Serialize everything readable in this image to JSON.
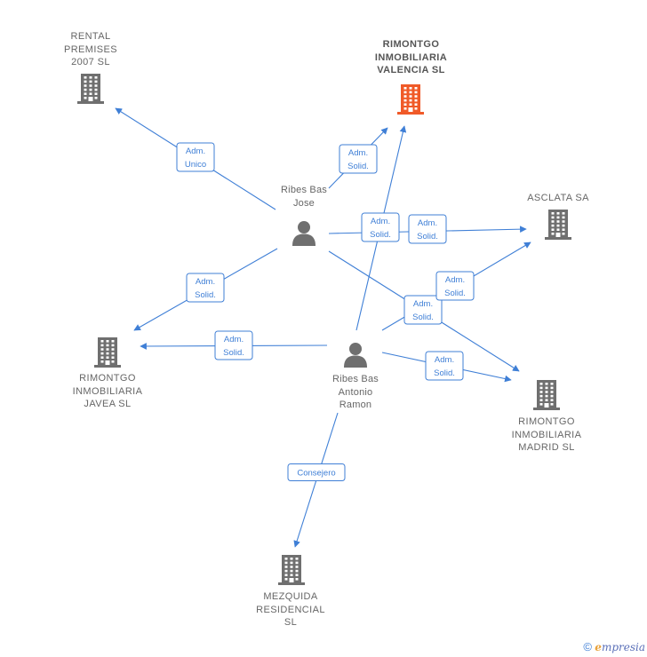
{
  "colors": {
    "edge": "#3f7fd6",
    "building": "#6f6f6f",
    "building_focus": "#f05a28",
    "person": "#6f6f6f"
  },
  "companies": [
    {
      "id": "rental",
      "label": "RENTAL\nPREMISES\n2007 SL",
      "icon": "building-icon",
      "focus": false
    },
    {
      "id": "valencia",
      "label": "RIMONTGO\nINMOBILIARIA\nVALENCIA SL",
      "icon": "building-icon",
      "focus": true
    },
    {
      "id": "asclata",
      "label": "ASCLATA SA",
      "icon": "building-icon",
      "focus": false
    },
    {
      "id": "javea",
      "label": "RIMONTGO\nINMOBILIARIA\nJAVEA SL",
      "icon": "building-icon",
      "focus": false
    },
    {
      "id": "madrid",
      "label": "RIMONTGO\nINMOBILIARIA\nMADRID SL",
      "icon": "building-icon",
      "focus": false
    },
    {
      "id": "mezquida",
      "label": "MEZQUIDA\nRESIDENCIAL\nSL",
      "icon": "building-icon",
      "focus": false
    }
  ],
  "persons": [
    {
      "id": "jose",
      "label": "Ribes Bas\nJose",
      "icon": "person-icon"
    },
    {
      "id": "antonio",
      "label": "Ribes Bas\nAntonio\nRamon",
      "icon": "person-icon"
    }
  ],
  "edges": [
    {
      "from": "jose",
      "to": "rental",
      "lines": [
        "Adm.",
        "Unico"
      ]
    },
    {
      "from": "jose",
      "to": "valencia",
      "lines": [
        "Adm.",
        "Solid."
      ]
    },
    {
      "from": "jose",
      "to": "asclata",
      "lines": [
        "Adm.",
        "Solid."
      ]
    },
    {
      "from": "jose",
      "to": "javea",
      "lines": [
        "Adm.",
        "Solid."
      ]
    },
    {
      "from": "jose",
      "to": "madrid",
      "lines": [
        "Adm.",
        "Solid."
      ]
    },
    {
      "from": "antonio",
      "to": "valencia",
      "lines": [
        "Adm.",
        "Solid."
      ]
    },
    {
      "from": "antonio",
      "to": "asclata",
      "lines": [
        "Adm.",
        "Solid."
      ]
    },
    {
      "from": "antonio",
      "to": "javea",
      "lines": [
        "Adm.",
        "Solid."
      ]
    },
    {
      "from": "antonio",
      "to": "madrid",
      "lines": [
        "Adm.",
        "Solid."
      ]
    },
    {
      "from": "antonio",
      "to": "mezquida",
      "lines": [
        "Consejero"
      ]
    }
  ],
  "footer": {
    "copyright": "©",
    "brand_first": "e",
    "brand_rest": "mpresia"
  }
}
